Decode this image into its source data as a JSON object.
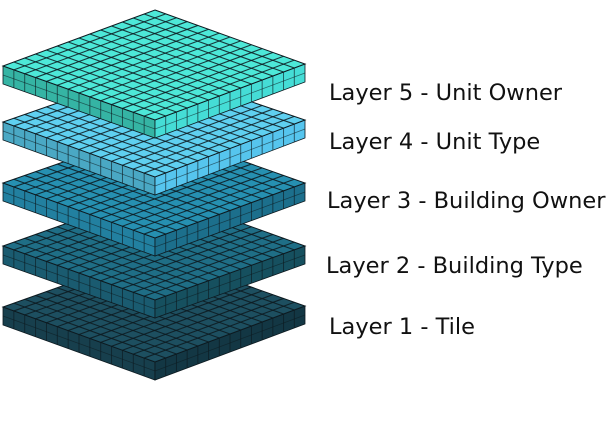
{
  "layers": [
    {
      "label": "Layer 1 - Tile",
      "top_color": "#1d4f60",
      "left_color": "#173f4d",
      "right_color": "#133744"
    },
    {
      "label": "Layer 2 - Building Type",
      "top_color": "#1f6e86",
      "left_color": "#1a5b70",
      "right_color": "#16505f"
    },
    {
      "label": "Layer 3 - Building Owner",
      "top_color": "#2690b1",
      "left_color": "#2280a0",
      "right_color": "#1c6f8c"
    },
    {
      "label": "Layer 4 - Unit Type",
      "top_color": "#5fd0f0",
      "left_color": "#4aa8c4",
      "right_color": "#56c5ee"
    },
    {
      "label": "Layer 5 - Unit Owner",
      "top_color": "#4de8d8",
      "left_color": "#35b4a4",
      "right_color": "#45ddd6"
    }
  ],
  "grid_color": "#0d1a20"
}
